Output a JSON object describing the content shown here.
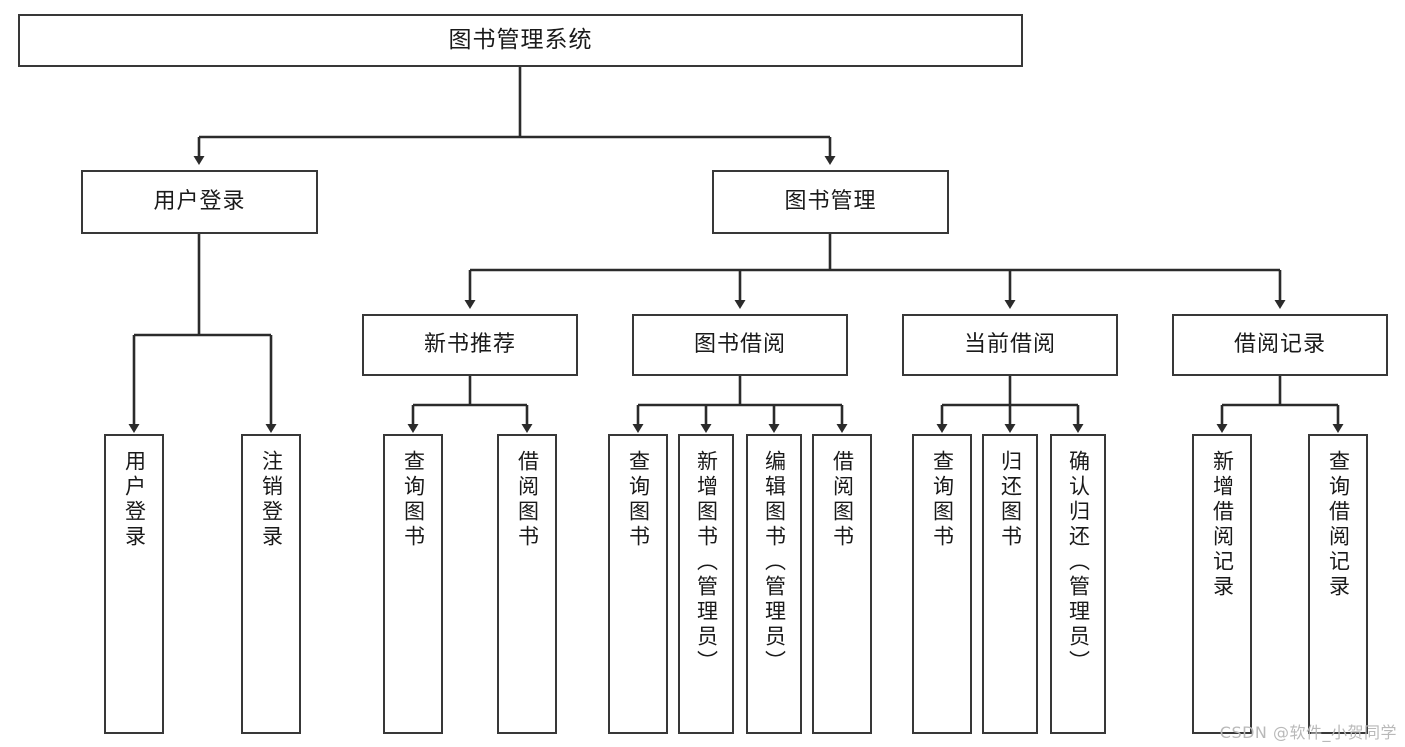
{
  "diagram": {
    "type": "tree-hierarchy",
    "title": "图书管理系统",
    "root": {
      "id": "root",
      "label": "图书管理系统",
      "orientation": "horizontal"
    },
    "level2": [
      {
        "id": "user-login",
        "label": "用户登录",
        "orientation": "horizontal"
      },
      {
        "id": "book-management",
        "label": "图书管理",
        "orientation": "horizontal"
      }
    ],
    "level3": [
      {
        "id": "new-book-recommend",
        "label": "新书推荐",
        "orientation": "horizontal",
        "parent": "book-management"
      },
      {
        "id": "book-borrow",
        "label": "图书借阅",
        "orientation": "horizontal",
        "parent": "book-management"
      },
      {
        "id": "current-borrow",
        "label": "当前借阅",
        "orientation": "horizontal",
        "parent": "book-management"
      },
      {
        "id": "borrow-record",
        "label": "借阅记录",
        "orientation": "horizontal",
        "parent": "book-management"
      }
    ],
    "leaves": [
      {
        "id": "leaf-user-login",
        "label": "用户登录",
        "parent": "user-login",
        "orientation": "vertical"
      },
      {
        "id": "leaf-logout",
        "label": "注销登录",
        "parent": "user-login",
        "orientation": "vertical"
      },
      {
        "id": "leaf-query-book-1",
        "label": "查询图书",
        "parent": "new-book-recommend",
        "orientation": "vertical"
      },
      {
        "id": "leaf-borrow-book-1",
        "label": "借阅图书",
        "parent": "new-book-recommend",
        "orientation": "vertical"
      },
      {
        "id": "leaf-query-book-2",
        "label": "查询图书",
        "parent": "book-borrow",
        "orientation": "vertical"
      },
      {
        "id": "leaf-add-book",
        "label": "新增图书（管理员）",
        "parent": "book-borrow",
        "orientation": "vertical"
      },
      {
        "id": "leaf-edit-book",
        "label": "编辑图书（管理员）",
        "parent": "book-borrow",
        "orientation": "vertical"
      },
      {
        "id": "leaf-borrow-book-2",
        "label": "借阅图书",
        "parent": "book-borrow",
        "orientation": "vertical"
      },
      {
        "id": "leaf-query-book-3",
        "label": "查询图书",
        "parent": "current-borrow",
        "orientation": "vertical"
      },
      {
        "id": "leaf-return-book",
        "label": "归还图书",
        "parent": "current-borrow",
        "orientation": "vertical"
      },
      {
        "id": "leaf-confirm-return",
        "label": "确认归还（管理员）",
        "parent": "current-borrow",
        "orientation": "vertical"
      },
      {
        "id": "leaf-add-record",
        "label": "新增借阅记录",
        "parent": "borrow-record",
        "orientation": "vertical"
      },
      {
        "id": "leaf-query-record",
        "label": "查询借阅记录",
        "parent": "borrow-record",
        "orientation": "vertical"
      }
    ],
    "colors": {
      "border": "#383838",
      "background": "#ffffff",
      "text": "#1a1a1a",
      "connector": "#2b2b2b",
      "watermark": "#b9b9b9"
    }
  },
  "watermark": {
    "text": "CSDN @软件_小贺同学"
  }
}
